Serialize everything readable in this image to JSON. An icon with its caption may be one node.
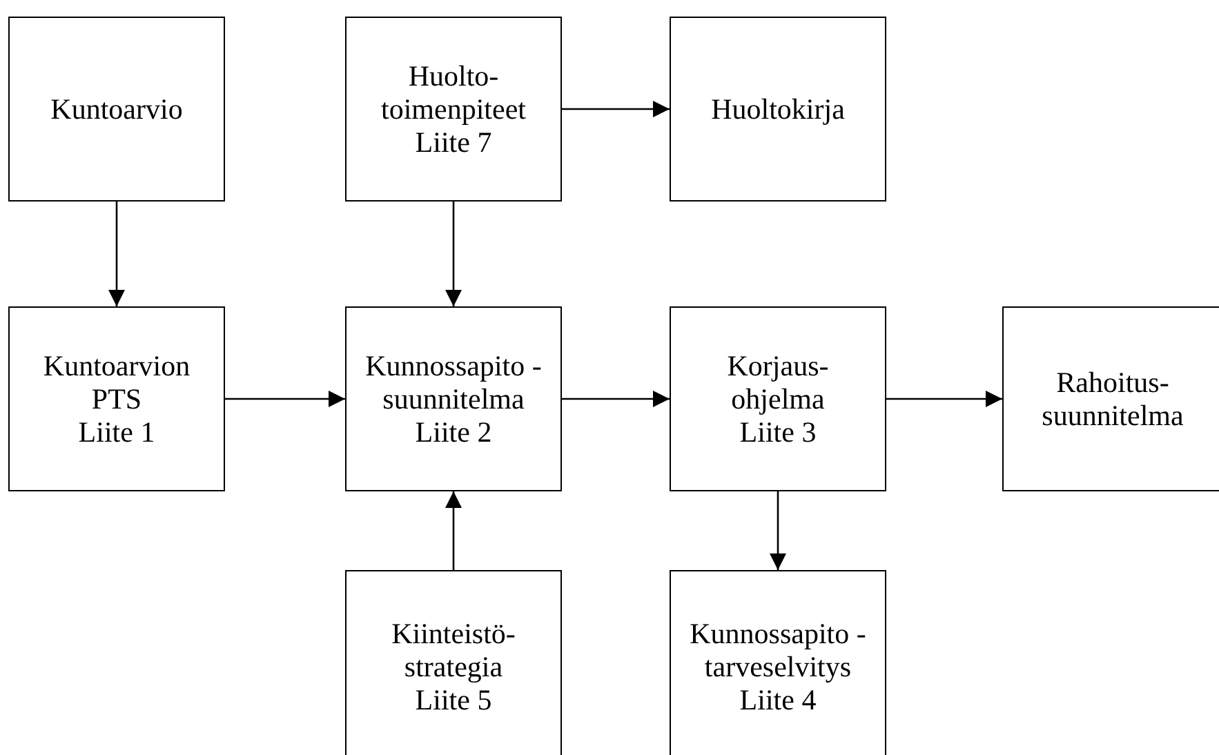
{
  "diagram": {
    "nodes": [
      {
        "text": [
          "Kuntoarvio"
        ]
      },
      {
        "text": [
          "Huolto- toimenpiteet",
          "Liite 7"
        ]
      },
      {
        "text": [
          "Huoltokirja"
        ]
      },
      {
        "text": [
          "Kuntoarvion PTS",
          "Liite 1"
        ]
      },
      {
        "text": [
          "Kunnossapito -suunnitelma",
          "Liite 2"
        ]
      },
      {
        "text": [
          "Korjaus- ohjelma",
          "Liite 3"
        ]
      },
      {
        "text": [
          "Rahoitus- suunnitelma"
        ]
      },
      {
        "text": [
          "Kiinteistö- strategia",
          "Liite 5"
        ]
      },
      {
        "text": [
          "Kunnossapito -tarveselvitys",
          "Liite 4"
        ]
      }
    ],
    "edges": [
      {
        "from": 0,
        "to": 3,
        "arrow": "to"
      },
      {
        "from": 1,
        "to": 2,
        "arrow": "to"
      },
      {
        "from": 1,
        "to": 4,
        "arrow": "to"
      },
      {
        "from": 3,
        "to": 4,
        "arrow": "to"
      },
      {
        "from": 4,
        "to": 5,
        "arrow": "to"
      },
      {
        "from": 5,
        "to": 6,
        "arrow": "to"
      },
      {
        "from": 7,
        "to": 4,
        "arrow": "to"
      },
      {
        "from": 5,
        "to": 8,
        "arrow": "to"
      }
    ]
  }
}
